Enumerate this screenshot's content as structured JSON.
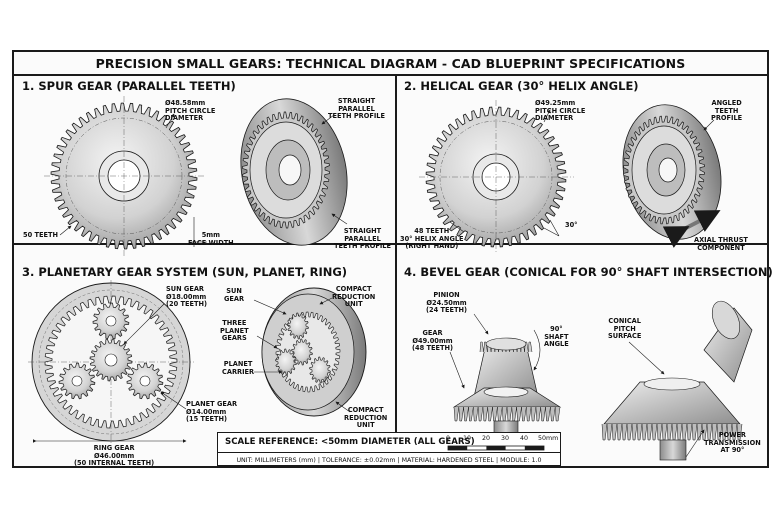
{
  "title": "PRECISION SMALL GEARS: TECHNICAL DIAGRAM - CAD BLUEPRINT SPECIFICATIONS",
  "colors": {
    "line": "#1a1a1a",
    "metal_light": "#e6e6e6",
    "metal_mid": "#b9b9b9",
    "metal_dark": "#7d7d7d",
    "background": "#fbfbfb"
  },
  "panels": {
    "spur": {
      "title": "1. SPUR GEAR (PARALLEL TEETH)",
      "pitch": [
        "Ø48.58mm",
        "PITCH CIRCLE",
        "DIAMETER"
      ],
      "teeth": "50 TEETH",
      "face": [
        "5mm",
        "FACE WIDTH"
      ],
      "profile_top": [
        "STRAIGHT",
        "PARALLEL",
        "TEETH PROFILE"
      ],
      "profile_bottom": [
        "STRAIGHT",
        "PARALLEL",
        "TEETH PROFILE"
      ]
    },
    "helical": {
      "title": "2. HELICAL GEAR (30° HELIX ANGLE)",
      "pitch": [
        "Ø49.25mm",
        "PITCH CIRCLE",
        "DIAMETER"
      ],
      "teeth": [
        "48 TEETH",
        "30° HELIX ANGLE",
        "(RIGHT HAND)"
      ],
      "angle": "30°",
      "profile": [
        "ANGLED",
        "TEETH",
        "PROFILE"
      ],
      "thrust": [
        "AXIAL THRUST",
        "COMPONENT"
      ]
    },
    "planetary": {
      "title": "3. PLANETARY GEAR SYSTEM (SUN, PLANET, RING)",
      "sun": [
        "SUN GEAR",
        "Ø18.00mm",
        "(20 TEETH)"
      ],
      "planet": [
        "PLANET GEAR",
        "Ø14.00mm",
        "(15 TEETH)"
      ],
      "ring": [
        "RING GEAR",
        "Ø46.00mm",
        "(50 INTERNAL TEETH)"
      ],
      "sun_3d": [
        "SUN",
        "GEAR"
      ],
      "three_planets": [
        "THREE",
        "PLANET",
        "GEARS"
      ],
      "carrier": [
        "PLANET",
        "CARRIER"
      ],
      "compact_top": [
        "COMPACT",
        "REDUCTION",
        "UNIT"
      ],
      "compact_bottom": [
        "COMPACT",
        "REDUCTION",
        "UNIT"
      ]
    },
    "bevel": {
      "title": "4. BEVEL GEAR (CONICAL FOR 90° SHAFT INTERSECTION)",
      "pinion": [
        "PINION",
        "Ø24.50mm",
        "(24 TEETH)"
      ],
      "gear": [
        "GEAR",
        "Ø49.00mm",
        "(48 TEETH)"
      ],
      "shaft": [
        "90°",
        "SHAFT",
        "ANGLE"
      ],
      "conical": [
        "CONICAL",
        "PITCH",
        "SURFACE"
      ],
      "power": [
        "POWER",
        "TRANSMISSION",
        "AT 90°"
      ]
    }
  },
  "scale": {
    "title": "SCALE REFERENCE: <50mm DIAMETER (ALL GEARS)",
    "ticks": [
      "0",
      "10",
      "20",
      "30",
      "40",
      "50mm"
    ],
    "notes": "UNIT: MILLIMETERS (mm)  |  TOLERANCE: ±0.02mm  |  MATERIAL: HARDENED STEEL  |  MODULE: 1.0"
  }
}
